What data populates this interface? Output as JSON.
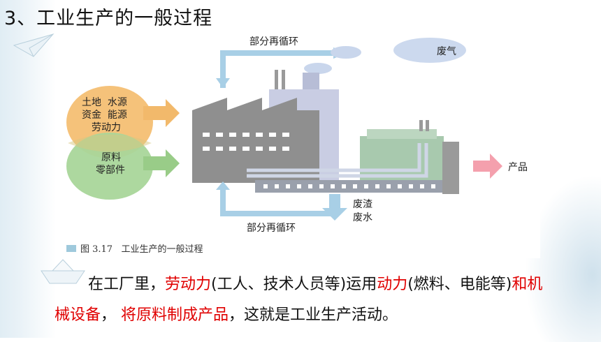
{
  "title": "3、工业生产的一般过程",
  "figure": {
    "caption": "图 3.17   工业生产的一般过程",
    "top_recycle_label": "部分再循环",
    "bottom_recycle_label": "部分再循环",
    "waste_gas_label": "废气",
    "inputs_top": [
      "土地  水源",
      "资金  能源",
      "劳动力"
    ],
    "inputs_bottom": [
      "原料",
      "零部件"
    ],
    "waste_output": [
      "废渣",
      "废水"
    ],
    "product_label": "产品",
    "colors": {
      "orange_circle": "#f5c27a",
      "green_circle": "#a9d69a",
      "arrow_orange": "#f2b96b",
      "arrow_green": "#99cc88",
      "factory_gray": "#8c8c8c",
      "product_arrow": "#f4a0ad",
      "recycle_arrow": "#a8cfe6"
    }
  },
  "text": {
    "p1": "在工厂里，",
    "p2": "劳动力",
    "p3": "(工人、技术人员等)运用",
    "p4": "动力",
    "p5": "(燃料、电能等)",
    "p6": "和机械设备",
    "p7": "，",
    "p8": "将原料制成产品",
    "p9": "，这就是工业生产活动。"
  }
}
